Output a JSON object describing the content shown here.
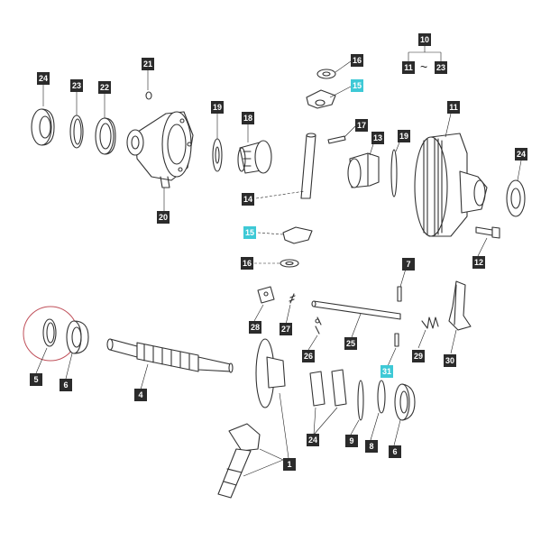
{
  "diagram": {
    "highlight_color": "#3ec9d6",
    "badge_color": "#2b2b2b",
    "circle_marker_color": "#c0505a",
    "range_label": {
      "from": "11",
      "tilde": "~",
      "to": "23",
      "group": "10"
    },
    "callouts": [
      {
        "id": "c24a",
        "label": "24",
        "highlight": false
      },
      {
        "id": "c23",
        "label": "23",
        "highlight": false
      },
      {
        "id": "c22",
        "label": "22",
        "highlight": false
      },
      {
        "id": "c21",
        "label": "21",
        "highlight": false
      },
      {
        "id": "c20",
        "label": "20",
        "highlight": false
      },
      {
        "id": "c19a",
        "label": "19",
        "highlight": false
      },
      {
        "id": "c18",
        "label": "18",
        "highlight": false
      },
      {
        "id": "c16a",
        "label": "16",
        "highlight": false
      },
      {
        "id": "c15a",
        "label": "15",
        "highlight": true
      },
      {
        "id": "c17",
        "label": "17",
        "highlight": false
      },
      {
        "id": "c13",
        "label": "13",
        "highlight": false
      },
      {
        "id": "c19b",
        "label": "19",
        "highlight": false
      },
      {
        "id": "c11",
        "label": "11",
        "highlight": false
      },
      {
        "id": "c24b",
        "label": "24",
        "highlight": false
      },
      {
        "id": "c14",
        "label": "14",
        "highlight": false
      },
      {
        "id": "c15b",
        "label": "15",
        "highlight": true
      },
      {
        "id": "c16b",
        "label": "16",
        "highlight": false
      },
      {
        "id": "c12",
        "label": "12",
        "highlight": false
      },
      {
        "id": "c7",
        "label": "7",
        "highlight": false
      },
      {
        "id": "c28",
        "label": "28",
        "highlight": false
      },
      {
        "id": "c27",
        "label": "27",
        "highlight": false
      },
      {
        "id": "c26",
        "label": "26",
        "highlight": false
      },
      {
        "id": "c25",
        "label": "25",
        "highlight": false
      },
      {
        "id": "c29",
        "label": "29",
        "highlight": false
      },
      {
        "id": "c30",
        "label": "30",
        "highlight": false
      },
      {
        "id": "c31",
        "label": "31",
        "highlight": true
      },
      {
        "id": "c5",
        "label": "5",
        "highlight": false
      },
      {
        "id": "c6a",
        "label": "6",
        "highlight": false
      },
      {
        "id": "c4",
        "label": "4",
        "highlight": false
      },
      {
        "id": "c24c",
        "label": "24",
        "highlight": false
      },
      {
        "id": "c9",
        "label": "9",
        "highlight": false
      },
      {
        "id": "c8",
        "label": "8",
        "highlight": false
      },
      {
        "id": "c6b",
        "label": "6",
        "highlight": false
      },
      {
        "id": "c1",
        "label": "1",
        "highlight": false
      }
    ]
  }
}
